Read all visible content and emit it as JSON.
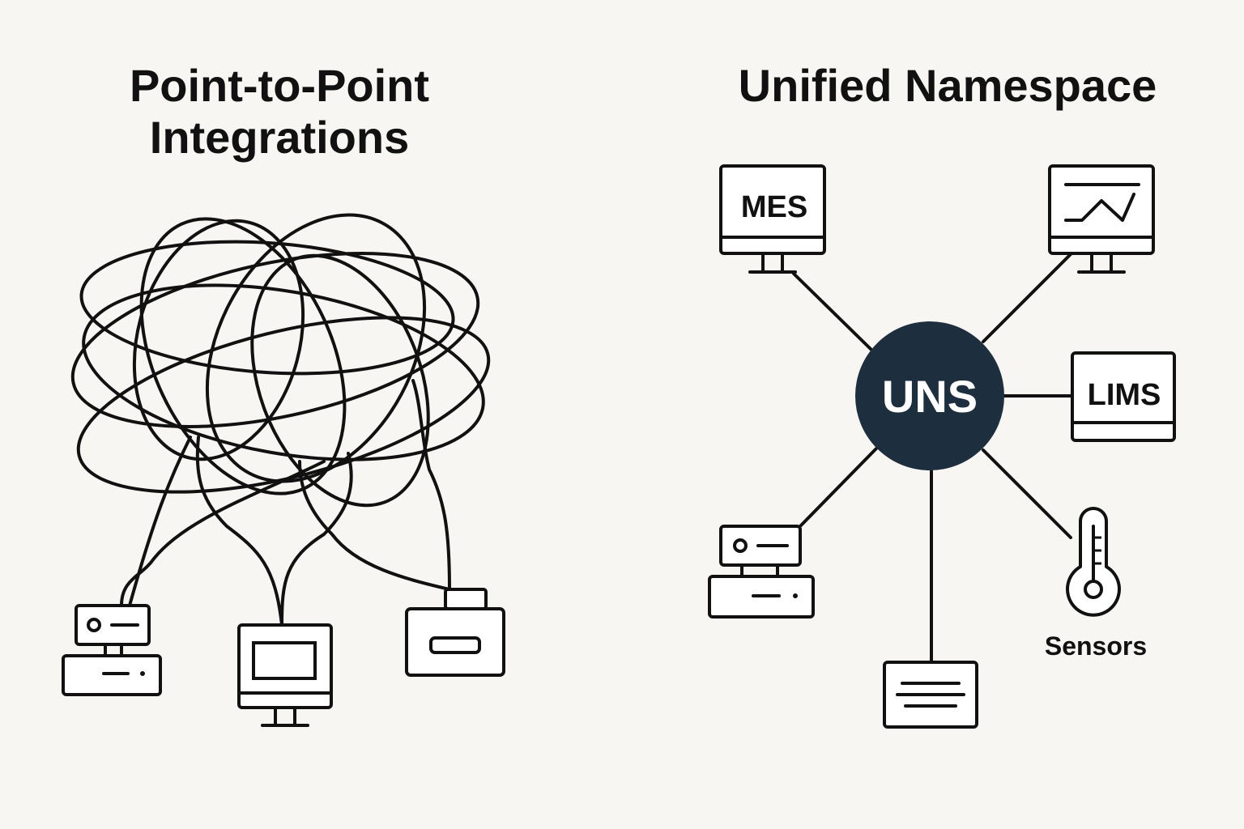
{
  "left_panel": {
    "title_line1": "Point-to-Point",
    "title_line2": "Integrations"
  },
  "right_panel": {
    "title": "Unified Namespace",
    "hub_label": "UNS",
    "nodes": {
      "mes": "MES",
      "lims": "LIMS",
      "sensors": "Sensors"
    }
  },
  "colors": {
    "background": "#f8f6f2",
    "hub_fill": "#1d2e3f",
    "stroke": "#111111"
  }
}
